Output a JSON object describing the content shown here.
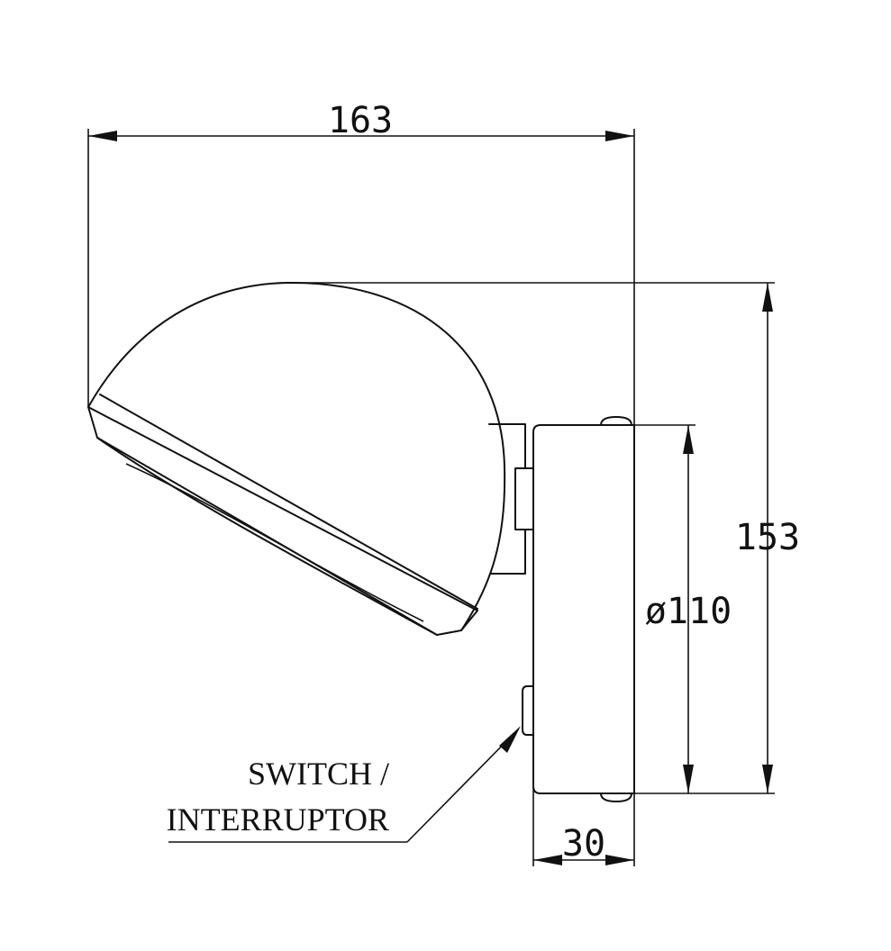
{
  "dimensions": {
    "width": "163",
    "height": "153",
    "diameter": "ø110",
    "depth": "30"
  },
  "callout": {
    "line1": "SWITCH /",
    "line2": "INTERRUPTOR"
  },
  "colors": {
    "ink": "#111111",
    "paper": "#ffffff"
  }
}
